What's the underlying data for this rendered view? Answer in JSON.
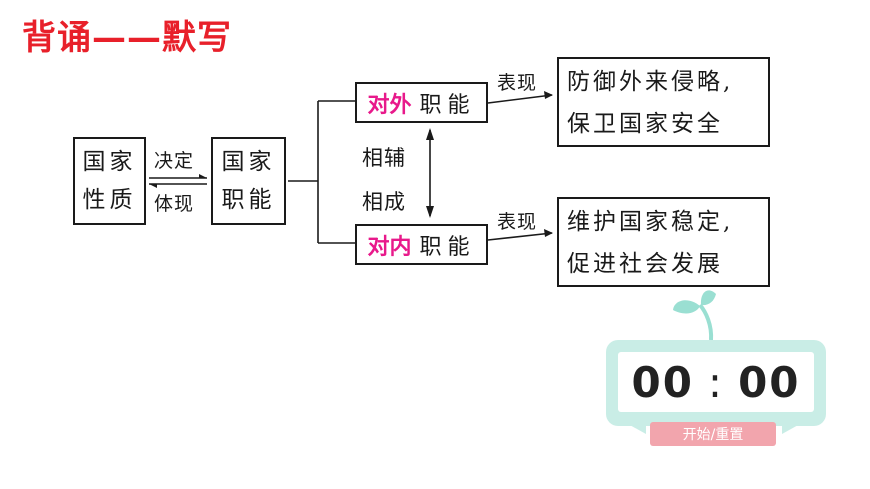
{
  "title": "背诵——默写",
  "diagram": {
    "nature": [
      "国家",
      "性质"
    ],
    "edge_top": "决定",
    "edge_bottom": "体现",
    "function": [
      "国家",
      "职能"
    ],
    "external": {
      "highlight": "对外",
      "label": "职能"
    },
    "internal": {
      "highlight": "对内",
      "label": "职能"
    },
    "mutual": [
      "相辅",
      "相成"
    ],
    "shows_top": "表现",
    "shows_bottom": "表现",
    "external_result": [
      "防御外来侵略,",
      "保卫国家安全"
    ],
    "internal_result": [
      "维护国家稳定,",
      "促进社会发展"
    ]
  },
  "timer": {
    "minutes": "00",
    "colon": ":",
    "seconds": "00",
    "button_label": "开始/重置",
    "frame_color": "#c9ede6",
    "button_color": "#f2a5ad"
  }
}
